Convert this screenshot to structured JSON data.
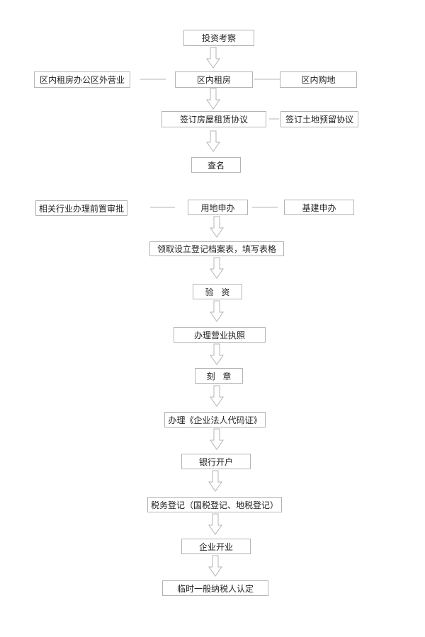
{
  "nodes": {
    "touzi": "投资考察",
    "left1": "区内租房办公区外营业",
    "zufang": "区内租房",
    "goudi": "区内购地",
    "fangwu": "签订房屋租赁协议",
    "tudi": "签订土地预留协议",
    "chaming": "查名",
    "left2": "相关行业办理前置审批",
    "yongdi": "用地申办",
    "jijian": "基建申办",
    "lingqu": "领取设立登记档案表，填写表格",
    "yanzi": "验资",
    "yingye": "办理营业执照",
    "kezhang": "刻章",
    "daima": "办理《企业法人代码证》",
    "yinhang": "银行开户",
    "shuiwu": "税务登记（国税登记、地税登记）",
    "kaiye": "企业开业",
    "nashui": "临时一般纳税人认定"
  },
  "colors": {
    "border": "#b4b4b4",
    "connector": "#b4b4b4",
    "text": "#222222"
  }
}
